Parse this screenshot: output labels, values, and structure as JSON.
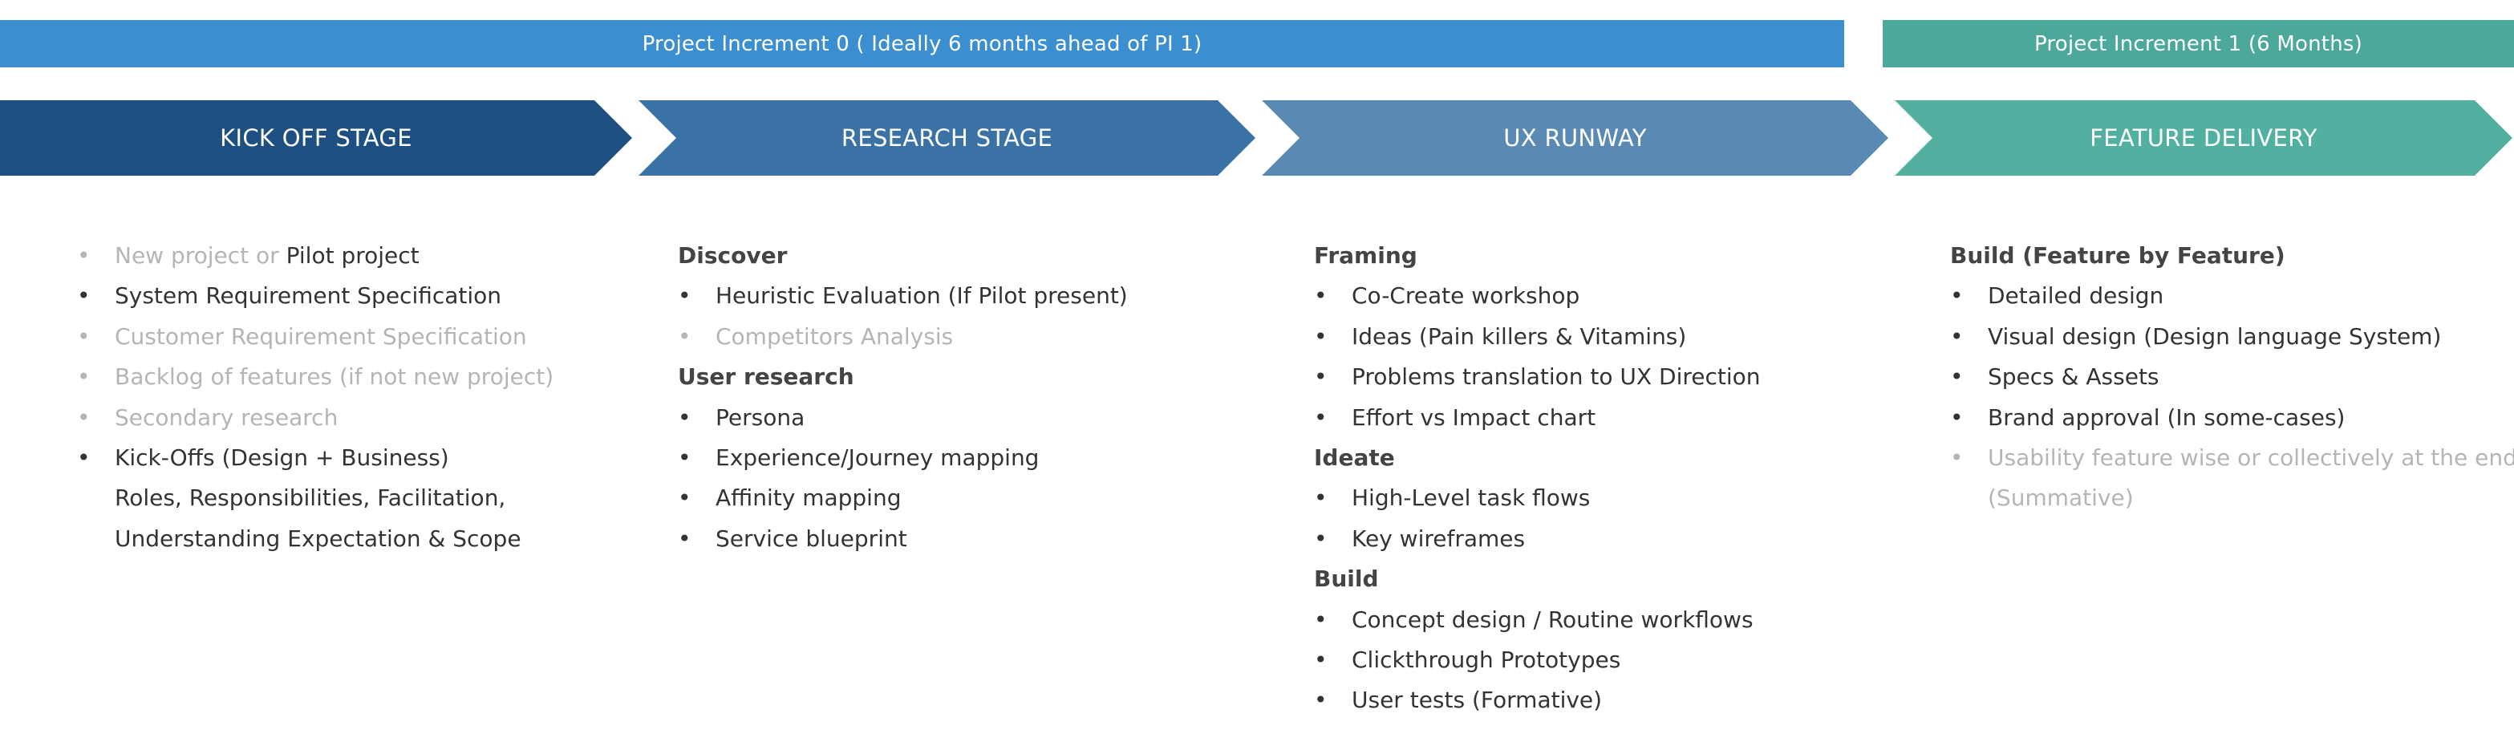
{
  "increments": [
    {
      "label": "Project Increment 0 ( Ideally 6 months ahead of PI 1)",
      "color": "#3b8fd0"
    },
    {
      "label": "Project Increment 1 (6 Months)",
      "color": "#4ba89a"
    }
  ],
  "stages": [
    {
      "label": "KICK OFF STAGE",
      "color": "#1e4f82"
    },
    {
      "label": "RESEARCH STAGE",
      "color": "#3a72a5"
    },
    {
      "label": "UX RUNWAY",
      "color": "#5a8ab3"
    },
    {
      "label": "FEATURE DELIVERY",
      "color": "#52b0a0"
    }
  ],
  "bullet_char": "•",
  "columns": [
    {
      "lines": [
        {
          "type": "item",
          "muted": true,
          "text": "New project or ",
          "text_dark": "Pilot project"
        },
        {
          "type": "item",
          "muted": false,
          "text": "System Requirement Specification"
        },
        {
          "type": "item",
          "muted": true,
          "text": "Customer Requirement Specification"
        },
        {
          "type": "item",
          "muted": true,
          "text": "Backlog of features (if not new project)"
        },
        {
          "type": "item",
          "muted": true,
          "text": "Secondary research"
        },
        {
          "type": "item",
          "muted": false,
          "text": "Kick-Offs (Design + Business)"
        },
        {
          "type": "cont",
          "muted": false,
          "text": "Roles, Responsibilities, Facilitation,"
        },
        {
          "type": "cont",
          "muted": false,
          "text": "Understanding Expectation & Scope"
        }
      ]
    },
    {
      "lines": [
        {
          "type": "head",
          "text": "Discover"
        },
        {
          "type": "item",
          "muted": false,
          "text": "Heuristic Evaluation (If Pilot present)"
        },
        {
          "type": "item",
          "muted": true,
          "text": "Competitors Analysis"
        },
        {
          "type": "head",
          "text": "User research"
        },
        {
          "type": "item",
          "muted": false,
          "text": "Persona"
        },
        {
          "type": "item",
          "muted": false,
          "text": "Experience/Journey mapping"
        },
        {
          "type": "item",
          "muted": false,
          "text": "Affinity mapping"
        },
        {
          "type": "item",
          "muted": false,
          "text": "Service blueprint"
        }
      ]
    },
    {
      "lines": [
        {
          "type": "head",
          "text": "Framing"
        },
        {
          "type": "item",
          "muted": false,
          "text": "Co-Create workshop"
        },
        {
          "type": "item",
          "muted": false,
          "text": "Ideas (Pain killers & Vitamins)"
        },
        {
          "type": "item",
          "muted": false,
          "text": "Problems translation to UX Direction"
        },
        {
          "type": "item",
          "muted": false,
          "text": "Effort vs Impact chart"
        },
        {
          "type": "head",
          "text": "Ideate"
        },
        {
          "type": "item",
          "muted": false,
          "text": "High-Level task flows"
        },
        {
          "type": "item",
          "muted": false,
          "text": "Key wireframes"
        },
        {
          "type": "head",
          "text": "Build"
        },
        {
          "type": "item",
          "muted": false,
          "text": "Concept design / Routine workflows"
        },
        {
          "type": "item",
          "muted": false,
          "text": "Clickthrough Prototypes"
        },
        {
          "type": "item",
          "muted": false,
          "text": "User tests (Formative)"
        }
      ]
    },
    {
      "lines": [
        {
          "type": "head",
          "text": "Build (Feature by Feature)"
        },
        {
          "type": "item",
          "muted": false,
          "text": "Detailed design"
        },
        {
          "type": "item",
          "muted": false,
          "text": "Visual design (Design language System)"
        },
        {
          "type": "item",
          "muted": false,
          "text": "Specs & Assets"
        },
        {
          "type": "item",
          "muted": false,
          "text": "Brand approval (In some-cases)"
        },
        {
          "type": "item",
          "muted": true,
          "text": "Usability feature wise or collectively at the end"
        },
        {
          "type": "cont",
          "muted": true,
          "text": "(Summative)"
        }
      ]
    }
  ]
}
